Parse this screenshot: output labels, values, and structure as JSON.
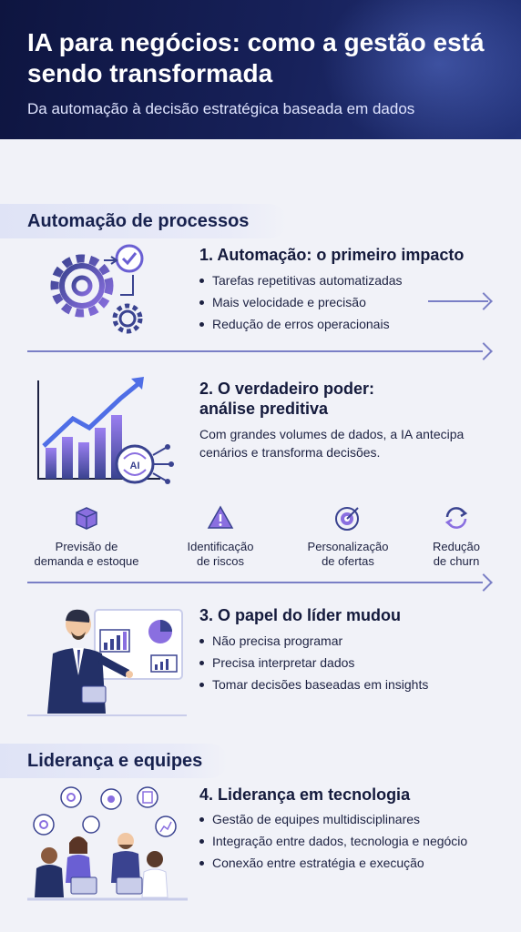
{
  "header": {
    "title": "IA para negócios: como a gestão está sendo transformada",
    "subtitle": "Da automação à decisão estratégica baseada em dados"
  },
  "bands": {
    "automation": "Automação de processos",
    "leadership": "Liderança e equipes"
  },
  "section1": {
    "title": "1. Automação: o primeiro impacto",
    "bullets": [
      "Tarefas repetitivas automatizadas",
      "Mais velocidade e precisão",
      "Redução de erros operacionais"
    ]
  },
  "section2": {
    "title_line1": "2. O verdadeiro poder:",
    "title_line2": "análise preditiva",
    "text_line1": "Com grandes volumes de dados, a IA antecipa",
    "text_line2": "cenários e transforma decisões.",
    "chip_label": "AI",
    "features": [
      {
        "line1": "Previsão de",
        "line2": "demanda e estoque",
        "icon": "box-icon"
      },
      {
        "line1": "Identificação",
        "line2": "de riscos",
        "icon": "warning-icon"
      },
      {
        "line1": "Personalização",
        "line2": "de ofertas",
        "icon": "target-icon"
      },
      {
        "line1": "Redução",
        "line2": "de churn",
        "icon": "refresh-icon"
      }
    ]
  },
  "section3": {
    "title": "3. O papel do líder mudou",
    "bullets": [
      "Não precisa programar",
      "Precisa interpretar dados",
      "Tomar decisões baseadas em insights"
    ]
  },
  "section4": {
    "title": "4. Liderança em tecnologia",
    "bullets": [
      "Gestão de equipes multidisciplinares",
      "Integração entre dados, tecnologia e negócio",
      "Conexão entre estratégia e execução"
    ]
  },
  "colors": {
    "header_bg": "#131c4d",
    "accent": "#6a5fd3",
    "divider": "#7a7fc6",
    "text": "#1d2242"
  }
}
